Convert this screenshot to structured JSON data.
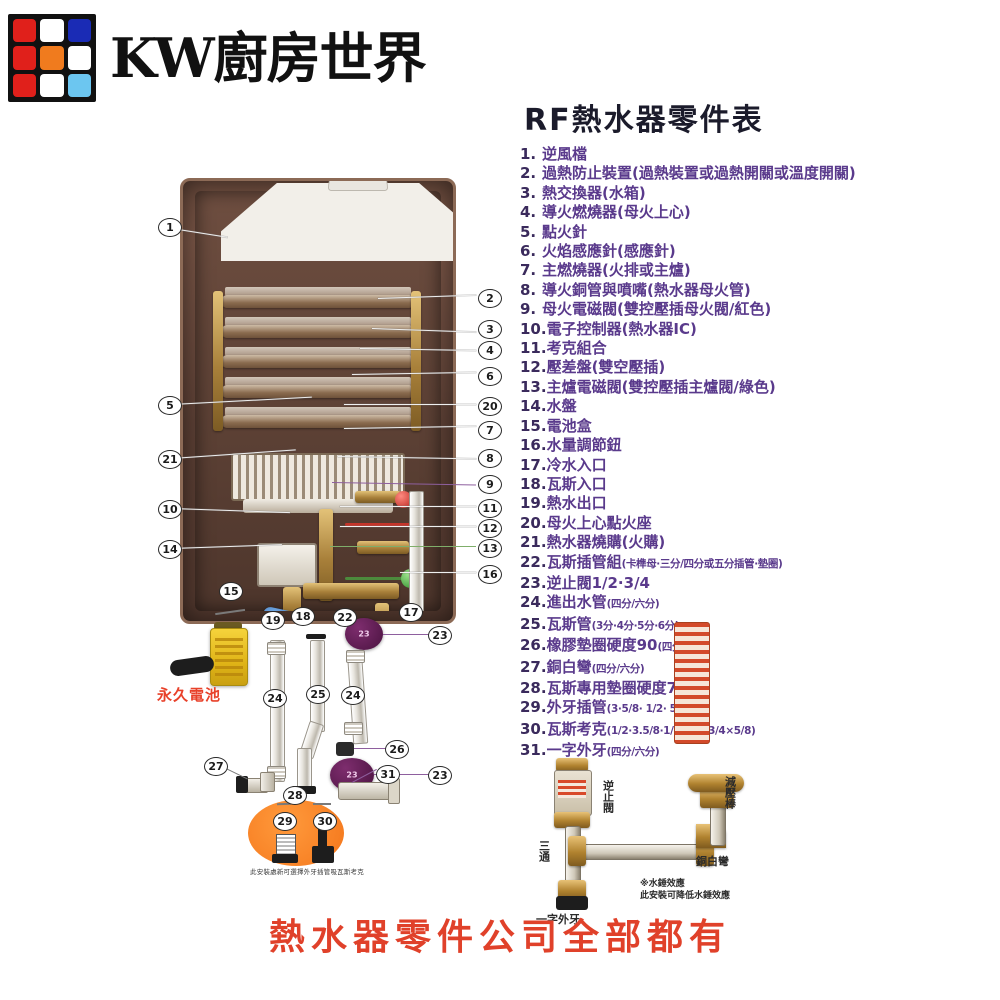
{
  "logo": {
    "brand_latin": "KW",
    "brand_cjk": "廚房世界",
    "tiles": [
      "#e0201b",
      "#ffffff",
      "#1a2bb5",
      "#e0201b",
      "#f07b1e",
      "#ffffff",
      "#e0201b",
      "#ffffff",
      "#6cc6f0"
    ]
  },
  "parts": {
    "title": "RF熱水器零件表",
    "items": [
      {
        "num": "1.",
        "name": "逆風檔",
        "sub": ""
      },
      {
        "num": "2.",
        "name": "過熱防止裝置(過熱裝置或過熱開關或溫度開關)",
        "sub": ""
      },
      {
        "num": "3.",
        "name": "熱交換器(水箱)",
        "sub": ""
      },
      {
        "num": "4.",
        "name": "導火燃燒器(母火上心)",
        "sub": ""
      },
      {
        "num": "5.",
        "name": "點火針",
        "sub": ""
      },
      {
        "num": "6.",
        "name": "火焰感應針(感應針)",
        "sub": ""
      },
      {
        "num": "7.",
        "name": "主燃燒器(火排或主爐)",
        "sub": ""
      },
      {
        "num": "8.",
        "name": "導火銅管與噴嘴(熱水器母火管)",
        "sub": ""
      },
      {
        "num": "9.",
        "name": "母火電磁閥(雙控壓插母火閥/紅色)",
        "sub": ""
      },
      {
        "num": "10.",
        "name": "電子控制器(熱水器IC)",
        "sub": ""
      },
      {
        "num": "11.",
        "name": "考克組合",
        "sub": ""
      },
      {
        "num": "12.",
        "name": "壓差盤(雙空壓插)",
        "sub": ""
      },
      {
        "num": "13.",
        "name": "主爐電磁閥(雙控壓插主爐閥/綠色)",
        "sub": ""
      },
      {
        "num": "14.",
        "name": "水盤",
        "sub": ""
      },
      {
        "num": "15.",
        "name": "電池盒",
        "sub": ""
      },
      {
        "num": "16.",
        "name": "水量調節鈕",
        "sub": ""
      },
      {
        "num": "17.",
        "name": "冷水入口",
        "sub": ""
      },
      {
        "num": "18.",
        "name": "瓦斯入口",
        "sub": ""
      },
      {
        "num": "19.",
        "name": "熱水出口",
        "sub": ""
      },
      {
        "num": "20.",
        "name": "母火上心點火座",
        "sub": ""
      },
      {
        "num": "21.",
        "name": "熱水器燒購(火購)",
        "sub": ""
      },
      {
        "num": "22.",
        "name": "瓦斯插管組",
        "sub": "(卡榫母·三分/四分或五分插管·墊圈)"
      },
      {
        "num": "23.",
        "name": "逆止閥1/2·3/4",
        "sub": ""
      },
      {
        "num": "24.",
        "name": "進出水管",
        "sub": "(四分/六分)"
      },
      {
        "num": "25.",
        "name": "瓦斯管",
        "sub": "(3分·4分·5分·6分)"
      },
      {
        "num": "26.",
        "name": "橡膠墊圈硬度90",
        "sub": "(四分/六分)"
      },
      {
        "num": "27.",
        "name": "銅白彎",
        "sub": "(四分/六分)"
      },
      {
        "num": "28.",
        "name": "瓦斯專用墊圈硬度70",
        "sub": ""
      },
      {
        "num": "29.",
        "name": "外牙插管",
        "sub": "(3·5/8· 1/2· 5/8)"
      },
      {
        "num": "30.",
        "name": "瓦斯考克",
        "sub": "(1/2·3.5/8·1/2· 1/2·3/4×5/8)"
      },
      {
        "num": "31.",
        "name": "一字外牙",
        "sub": "(四分/六分)"
      }
    ]
  },
  "heater_callouts": {
    "left": [
      "1",
      "5",
      "21",
      "10",
      "14"
    ],
    "right": [
      "2",
      "3",
      "4",
      "6",
      "20",
      "7",
      "8",
      "9",
      "11",
      "12",
      "13",
      "16"
    ],
    "below": [
      "15",
      "19",
      "18",
      "22",
      "17"
    ],
    "parts_area": [
      "23",
      "24",
      "25",
      "24",
      "26",
      "23",
      "27",
      "28",
      "31",
      "29",
      "30"
    ]
  },
  "annotations": {
    "battery_label": "永久電池",
    "note_bottom_left": "此安裝處新可選擇外牙插管吸瓦斯考克",
    "slogan": "熱水器零件公司全部都有"
  },
  "plumbing": {
    "check_valve": "逆止閥",
    "reducer": "減壓棒",
    "tee": "三通",
    "brass_elbow": "銅白彎",
    "straight_thread": "一字外牙",
    "note_title": "※水錘效應",
    "note_body": "此安裝可降低水錘效應"
  },
  "colors": {
    "slogan_red": "#e0412a",
    "list_purple": "#5a3a8c",
    "title_dark": "#1b1b2b"
  }
}
